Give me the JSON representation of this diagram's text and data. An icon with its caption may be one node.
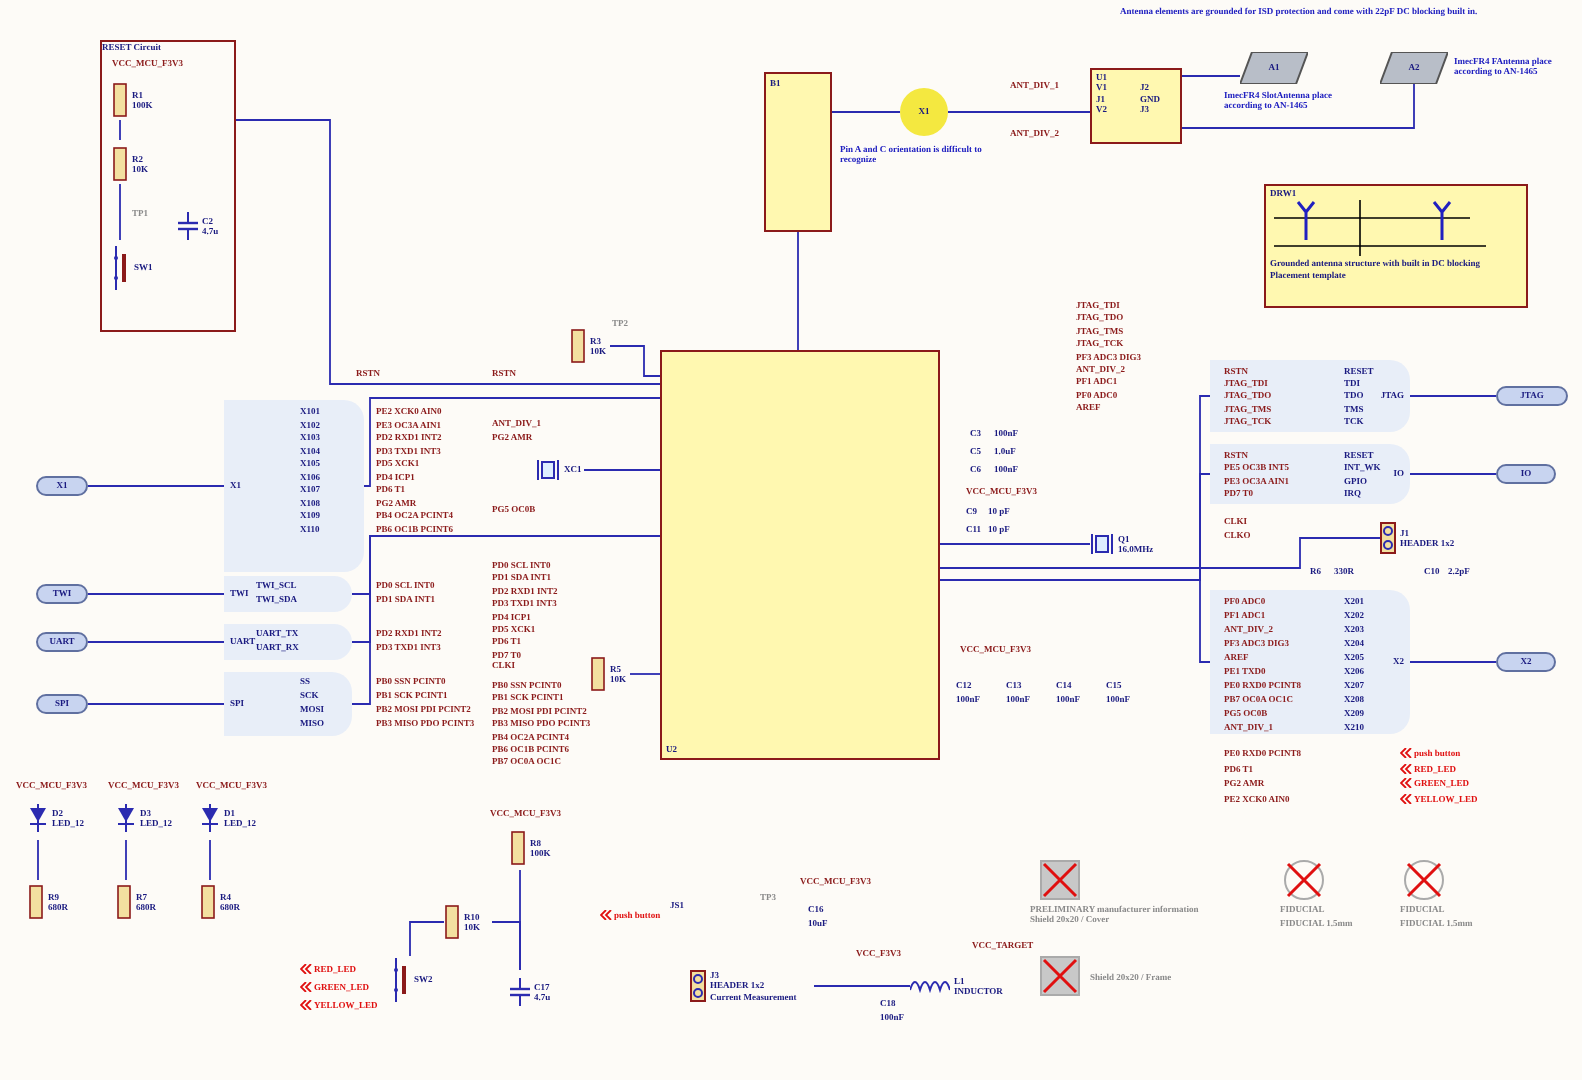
{
  "diagram": {
    "nodes": [
      {
        "text": [
          "RESET Circuit"
        ]
      },
      {
        "text": [
          "R1",
          "100K"
        ],
        "in": 0
      },
      {
        "text": [
          "R2",
          "10K"
        ],
        "in": 0
      },
      {
        "text": [
          "C2",
          "4.7u"
        ],
        "in": 0
      },
      {
        "text": [
          "SW1"
        ],
        "in": 0
      },
      {
        "text": [
          "B1"
        ]
      },
      {
        "text": [
          "X1"
        ]
      },
      {
        "text": [
          "U1",
          "V1",
          "J2",
          "J1",
          "GND",
          "V2",
          "J3"
        ]
      },
      {
        "text": [
          "A1"
        ],
        "beside": [
          "ImecFR4 SlotAntenna place according to AN-1465"
        ]
      },
      {
        "text": [
          "A2"
        ],
        "beside": [
          "ImecFR4 FAntenna place according to AN-1465"
        ]
      },
      {
        "text": [
          "DRW1",
          "Grounded antenna structure with built in DC blocking Placement template"
        ]
      },
      {
        "text": [
          "U2"
        ]
      },
      {
        "text": [
          "X1"
        ]
      },
      {
        "text": [
          "TWI"
        ]
      },
      {
        "text": [
          "UART"
        ]
      },
      {
        "text": [
          "SPI"
        ]
      },
      {
        "text": [
          "JTAG"
        ]
      },
      {
        "text": [
          "IO"
        ]
      },
      {
        "text": [
          "X2"
        ]
      },
      {
        "text": [
          "Q1",
          "16.0MHz"
        ]
      },
      {
        "text": [
          "J1",
          "HEADER 1x2"
        ]
      },
      {
        "text": [
          "D2",
          "LED_12"
        ]
      },
      {
        "text": [
          "D3",
          "LED_12"
        ]
      },
      {
        "text": [
          "D1",
          "LED_12"
        ]
      },
      {
        "text": [
          "SW2"
        ]
      },
      {
        "text": [
          "J3",
          "HEADER 1x2",
          "Current Measurement"
        ]
      },
      {
        "text": [
          "L1",
          "INDUCTOR"
        ]
      },
      {
        "text": [
          "XC1"
        ]
      },
      {
        "text": [
          "X1"
        ]
      },
      {
        "text": [
          "TWI"
        ]
      },
      {
        "text": [
          "UART"
        ]
      },
      {
        "text": [
          "SPI"
        ]
      },
      {
        "text": [
          "JTAG"
        ]
      },
      {
        "text": [
          "IO"
        ]
      },
      {
        "text": [
          "X2"
        ]
      },
      {
        "text": [
          "R9",
          "680R"
        ]
      },
      {
        "text": [
          "R7",
          "680R"
        ]
      },
      {
        "text": [
          "R4",
          "680R"
        ]
      },
      {
        "text": [
          "R8",
          "100K"
        ]
      },
      {
        "text": [
          "R10",
          "10K"
        ]
      },
      {
        "text": [
          "C17",
          "4.7u"
        ]
      },
      {
        "text": [
          "R3",
          "10K"
        ]
      },
      {
        "text": [
          "R5",
          "10K"
        ]
      }
    ],
    "edges": [
      {
        "from": 0,
        "to": 11,
        "arrow": "none"
      },
      {
        "from": 5,
        "to": 6,
        "arrow": "none"
      },
      {
        "from": 6,
        "to": 7,
        "arrow": "none"
      },
      {
        "from": 7,
        "to": 8,
        "arrow": "none"
      },
      {
        "from": 7,
        "to": 9,
        "arrow": "none"
      },
      {
        "from": 11,
        "to": 12,
        "arrow": "none"
      },
      {
        "from": 11,
        "to": 13,
        "arrow": "none"
      },
      {
        "from": 11,
        "to": 14,
        "arrow": "none"
      },
      {
        "from": 11,
        "to": 15,
        "arrow": "none"
      },
      {
        "from": 11,
        "to": 16,
        "arrow": "none"
      },
      {
        "from": 11,
        "to": 17,
        "arrow": "none"
      },
      {
        "from": 11,
        "to": 18,
        "arrow": "none"
      },
      {
        "from": 12,
        "to": 28,
        "arrow": "none"
      },
      {
        "from": 13,
        "to": 29,
        "arrow": "none"
      },
      {
        "from": 14,
        "to": 30,
        "arrow": "none"
      },
      {
        "from": 15,
        "to": 31,
        "arrow": "none"
      },
      {
        "from": 16,
        "to": 32,
        "arrow": "none"
      },
      {
        "from": 17,
        "to": 33,
        "arrow": "none"
      },
      {
        "from": 18,
        "to": 34,
        "arrow": "none"
      },
      {
        "from": 27,
        "to": 11,
        "arrow": "none"
      },
      {
        "from": 19,
        "to": 11,
        "arrow": "none"
      },
      {
        "from": 20,
        "to": 11,
        "arrow": "none"
      },
      {
        "from": 21,
        "to": 35,
        "arrow": "none"
      },
      {
        "from": 22,
        "to": 36,
        "arrow": "none"
      },
      {
        "from": 23,
        "to": 37,
        "arrow": "none"
      },
      {
        "from": 38,
        "to": 40,
        "arrow": "none"
      },
      {
        "from": 39,
        "to": 40,
        "arrow": "none"
      },
      {
        "from": 39,
        "to": 24,
        "arrow": "none"
      },
      {
        "from": 41,
        "to": 11,
        "arrow": "none"
      },
      {
        "from": 42,
        "to": 11,
        "arrow": "none"
      },
      {
        "from": 5,
        "to": 11,
        "arrow": "none"
      },
      {
        "from": 26,
        "to": 25,
        "arrow": "none"
      },
      {
        "from": 1,
        "to": 2,
        "arrow": "none"
      },
      {
        "from": 2,
        "to": 4,
        "arrow": "none"
      }
    ],
    "labels": [
      "Antenna elements are grounded for ISD protection and come with 22pF DC blocking built in.",
      "Pin A and C orientation is difficult to recognize",
      "ANT_DIV_1",
      "ANT_DIV_2",
      "VCC_MCU_F3V3",
      "TP1",
      "RSTN",
      "RSTN",
      "TP2",
      "X101",
      "X102",
      "X103",
      "X104",
      "X105",
      "X106",
      "X107",
      "X108",
      "X109",
      "X110",
      "PE2 XCK0 AIN0",
      "PE3 OC3A AIN1",
      "PD2 RXD1 INT2",
      "PD3 TXD1 INT3",
      "PD5 XCK1",
      "PD4 ICP1",
      "PD6 T1",
      "PG2 AMR",
      "PB4 OC2A PCINT4",
      "PB6 OC1B PCINT6",
      "TWI_SCL",
      "TWI_SDA",
      "PD0 SCL INT0",
      "PD1 SDA INT1",
      "UART_TX",
      "UART_RX",
      "PD2 RXD1 INT2",
      "PD3 TXD1 INT3",
      "SS",
      "SCK",
      "MOSI",
      "MISO",
      "PB0 SSN PCINT0",
      "PB1 SCK PCINT1",
      "PB2 MOSI PDI PCINT2",
      "PB3 MISO PDO PCINT3",
      "ANT_DIV_1",
      "PG2 AMR",
      "PG5 OC0B",
      "PD0 SCL INT0",
      "PD1 SDA INT1",
      "PD2 RXD1 INT2",
      "PD3 TXD1 INT3",
      "PD4 ICP1",
      "PD5 XCK1",
      "PD6 T1",
      "PD7 T0",
      "CLKI",
      "PB0 SSN PCINT0",
      "PB1 SCK PCINT1",
      "PB2 MOSI PDI PCINT2",
      "PB3 MISO PDO PCINT3",
      "PB4 OC2A PCINT4",
      "PB6 OC1B PCINT6",
      "PB7 OC0A OC1C",
      "JTAG_TDI",
      "JTAG_TDO",
      "JTAG_TMS",
      "JTAG_TCK",
      "PF3 ADC3 DIG3",
      "ANT_DIV_2",
      "PF1 ADC1",
      "PF0 ADC0",
      "AREF",
      "RSTN",
      "JTAG_TDI",
      "JTAG_TDO",
      "JTAG_TMS",
      "JTAG_TCK",
      "RESET",
      "TDI",
      "TDO",
      "TMS",
      "TCK",
      "RSTN",
      "PE5 OC3B INT5",
      "PE3 OC3A AIN1",
      "PD7 T0",
      "RESET",
      "INT_WK",
      "GPIO",
      "IRQ",
      "CLKI",
      "CLKO",
      "PF0 ADC0",
      "PF1 ADC1",
      "ANT_DIV_2",
      "PF3 ADC3 DIG3",
      "AREF",
      "PE1 TXD0",
      "PE0 RXD0 PCINT8",
      "PB7 OC0A OC1C",
      "PG5 OC0B",
      "ANT_DIV_1",
      "X201",
      "X202",
      "X203",
      "X204",
      "X205",
      "X206",
      "X207",
      "X208",
      "X209",
      "X210",
      "PE0 RXD0 PCINT8",
      "PD6 T1",
      "PG2 AMR",
      "PE2 XCK0 AIN0",
      "push button",
      "RED_LED",
      "GREEN_LED",
      "YELLOW_LED",
      "C3",
      "100nF",
      "C5",
      "1.0uF",
      "C6",
      "100nF",
      "VCC_MCU_F3V3",
      "C9",
      "10 pF",
      "C11",
      "10 pF",
      "R6",
      "330R",
      "C10",
      "2.2pF",
      "VCC_MCU_F3V3",
      "C12",
      "100nF",
      "C13",
      "100nF",
      "C14",
      "100nF",
      "C15",
      "100nF",
      "VCC_MCU_F3V3",
      "VCC_MCU_F3V3",
      "VCC_MCU_F3V3",
      "RED_LED",
      "GREEN_LED",
      "YELLOW_LED",
      "VCC_MCU_F3V3",
      "push button",
      "TP3",
      "JS1",
      "VCC_MCU_F3V3",
      "C16",
      "10uF",
      "VCC_F3V3",
      "VCC_TARGET",
      "C18",
      "100nF",
      "PRELIMINARY manufacturer information Shield 20x20 / Cover",
      "Shield 20x20 / Frame",
      "FIDUCIAL",
      "FIDUCIAL 1.5mm",
      "FIDUCIAL",
      "FIDUCIAL 1.5mm"
    ]
  }
}
